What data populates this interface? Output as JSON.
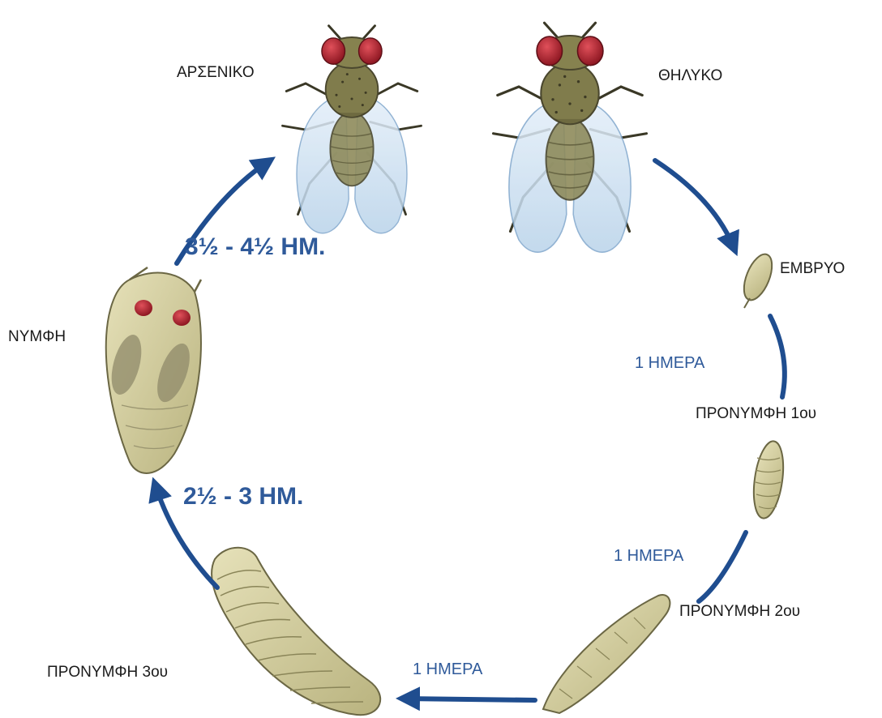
{
  "labels": {
    "male": "ΑΡΣΕΝΙΚΟ",
    "female": "ΘΗΛΥΚΟ",
    "embryo": "ΕΜΒΡΥΟ",
    "larva1": "ΠΡΟΝΥΜΦΗ 1ου",
    "larva2": "ΠΡΟΝΥΜΦΗ 2ου",
    "larva3": "ΠΡΟΝΥΜΦΗ 3ου",
    "pupa": "ΝΥΜΦΗ"
  },
  "durations": {
    "embryo_to_larva1": "1 ΗΜΕΡΑ",
    "larva1_to_larva2": "1 ΗΜΕΡΑ",
    "larva2_to_larva3": "1 ΗΜΕΡΑ",
    "larva3_to_pupa": "2½ - 3 ΗΜ.",
    "pupa_to_adult": "3½ - 4½ ΗΜ."
  },
  "colors": {
    "arrow": "#1f4d8f",
    "duration_text": "#2f5a9a",
    "label_text": "#1a1a1a",
    "fly_body": "#7d7a4e",
    "fly_eye": "#b3242f",
    "wing": "#cfe2f3",
    "larva": "#d8d2a4"
  }
}
